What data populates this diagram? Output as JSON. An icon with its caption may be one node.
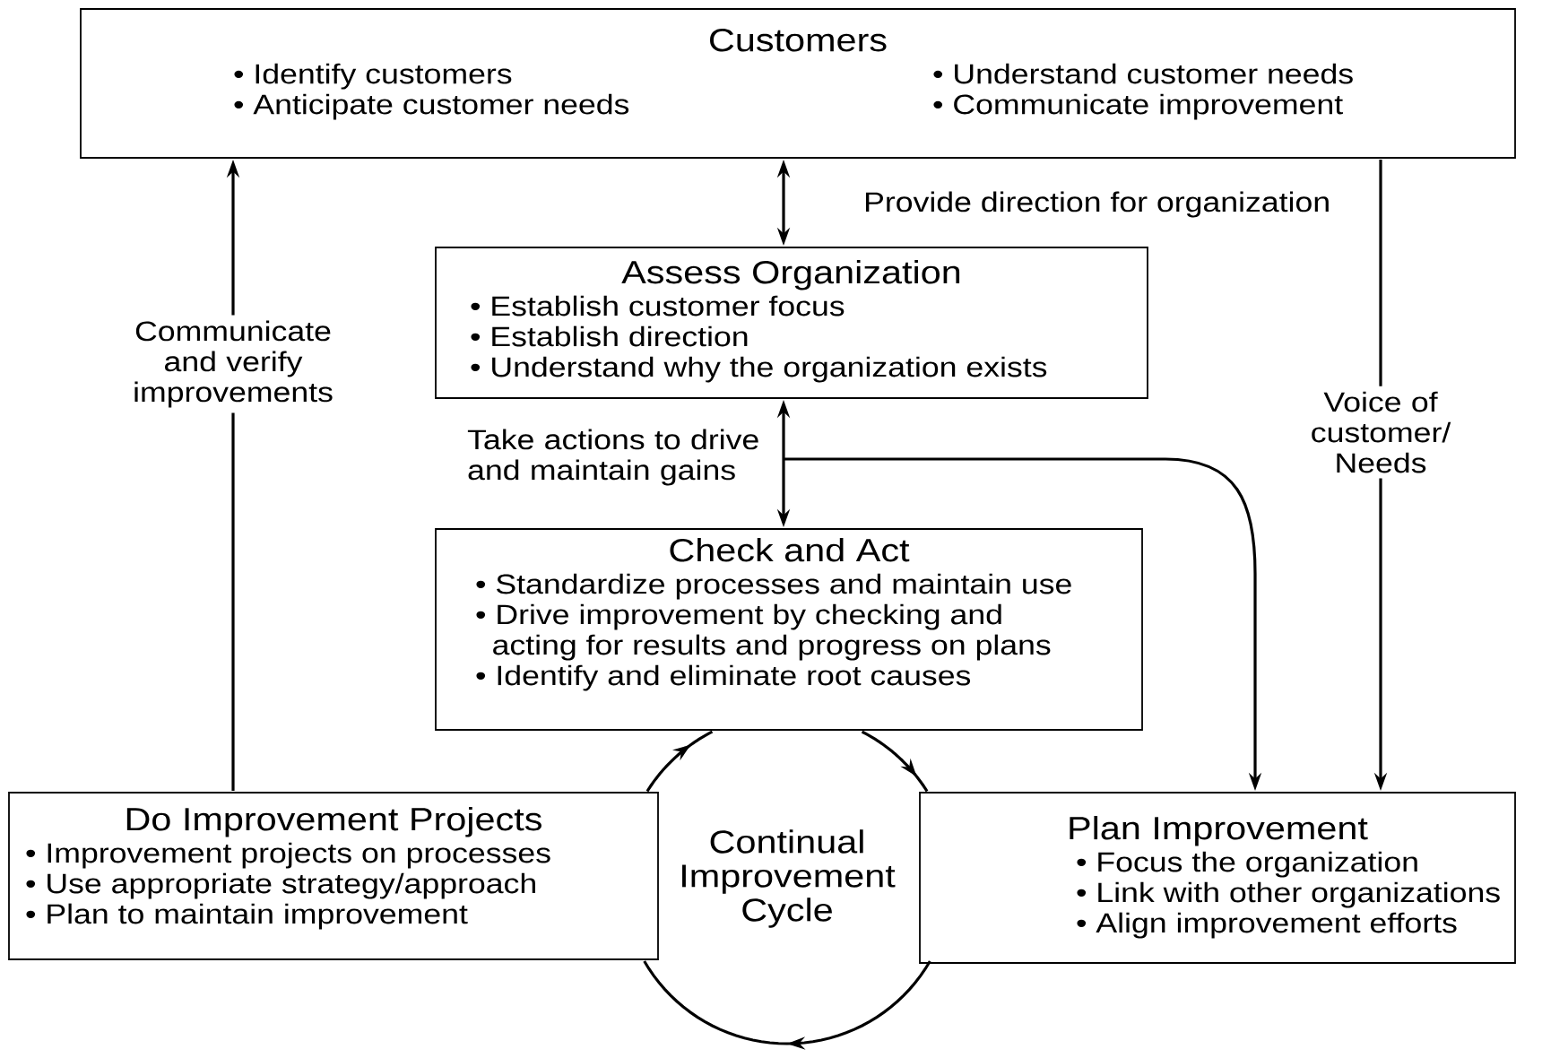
{
  "diagram": {
    "nodes": [
      {
        "text": [
          "Customers",
          "• Identify customers",
          "• Anticipate customer needs",
          "• Understand  customer needs",
          "• Communicate improvement"
        ]
      },
      {
        "text": [
          "Assess Organization",
          "• Establish customer focus",
          "• Establish direction",
          "• Understand why the organization exists"
        ]
      },
      {
        "text": [
          "Check and Act",
          "• Standardize processes and maintain use",
          "• Drive improvement by checking and acting for results and progress on plans",
          "• Identify and eliminate root causes"
        ]
      },
      {
        "text": [
          "Do Improvement Projects",
          "• Improvement projects on processes",
          "• Use appropriate strategy/approach",
          "• Plan to maintain improvement"
        ]
      },
      {
        "text": [
          "Continual Improvement Cycle"
        ]
      },
      {
        "text": [
          "Plan Improvement",
          "• Focus the organization",
          "• Link with other organizations",
          "• Align improvement efforts"
        ]
      }
    ],
    "edges": [
      {
        "from": 0,
        "to": 1,
        "arrow": "both",
        "label": "Provide direction for organization"
      },
      {
        "from": 1,
        "to": 2,
        "arrow": "both",
        "label": "Take actions to drive and maintain gains"
      },
      {
        "from": 1,
        "to": 5,
        "arrow": "to"
      },
      {
        "from": 0,
        "to": 5,
        "arrow": "to",
        "label": "Voice of customer/ Needs"
      },
      {
        "from": 3,
        "to": 0,
        "arrow": "to",
        "label": "Communicate and verify improvements"
      },
      {
        "from": 3,
        "to": 2,
        "arrow": "to"
      },
      {
        "from": 2,
        "to": 5,
        "arrow": "to"
      },
      {
        "from": 5,
        "to": 3,
        "arrow": "to"
      }
    ]
  }
}
